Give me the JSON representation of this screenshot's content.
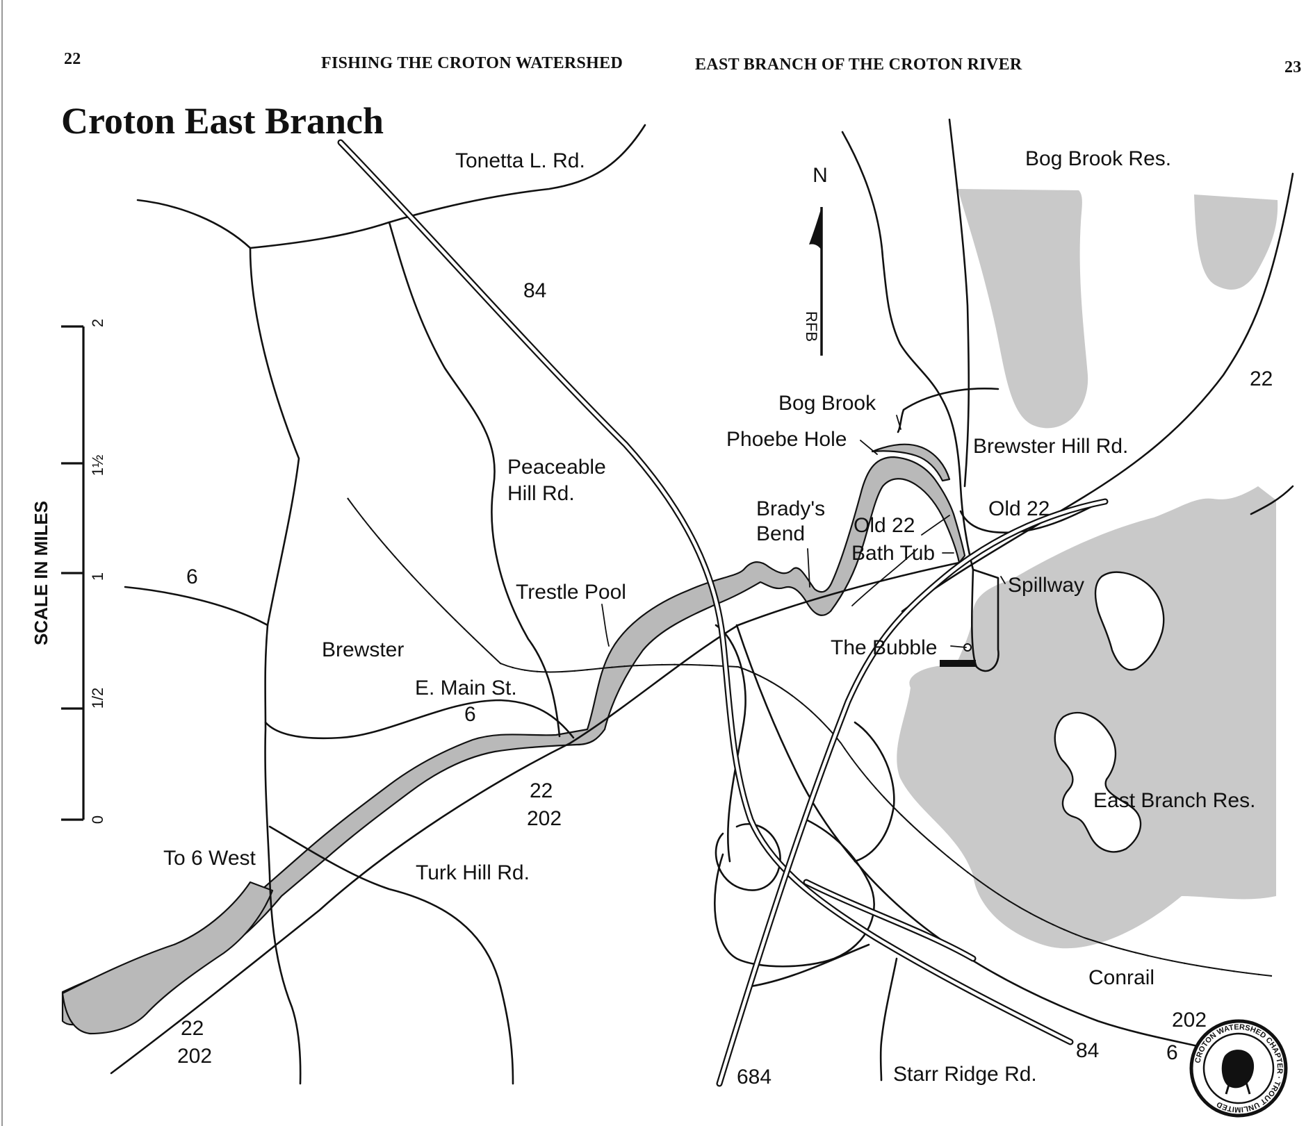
{
  "header": {
    "page_left": "22",
    "page_right": "23",
    "running_left": "FISHING THE CROTON WATERSHED",
    "running_right": "EAST BRANCH OF THE CROTON RIVER"
  },
  "map": {
    "title": "Croton East Branch",
    "north": "N",
    "initials": "RFB",
    "scale": {
      "title": "SCALE IN MILES",
      "ticks": [
        "0",
        "1/2",
        "1",
        "1½",
        "2"
      ]
    },
    "labels": {
      "tonetta": "Tonetta L. Rd.",
      "bog_brook_res": "Bog Brook Res.",
      "bog_brook": "Bog Brook",
      "phoebe_hole": "Phoebe Hole",
      "brewster_hill": "Brewster Hill Rd.",
      "peaceable_1": "Peaceable",
      "peaceable_2": "Hill Rd.",
      "bradys_1": "Brady's",
      "bradys_2": "Bend",
      "old22_a": "Old 22",
      "old22_b": "Old 22",
      "bath_tub": "Bath Tub",
      "spillway": "Spillway",
      "trestle_pool": "Trestle Pool",
      "the_bubble": "The Bubble",
      "brewster": "Brewster",
      "emain_1": "E. Main St.",
      "east_branch_res": "East Branch Res.",
      "to6west": "To 6 West",
      "turk_hill": "Turk Hill Rd.",
      "conrail": "Conrail",
      "starr_ridge": "Starr Ridge Rd."
    },
    "route_numbers": {
      "r84_top": "84",
      "r22_right": "22",
      "r6_left": "6",
      "r6_emain": "6",
      "r22_mid": "22",
      "r202_mid": "202",
      "r22_bot": "22",
      "r202_bot": "202",
      "r684": "684",
      "r84_bot": "84",
      "r202_right": "202",
      "r6_right": "6"
    },
    "logo_text": "CROTON WATERSHED CHAPTER · TROUT UNLIMITED"
  }
}
